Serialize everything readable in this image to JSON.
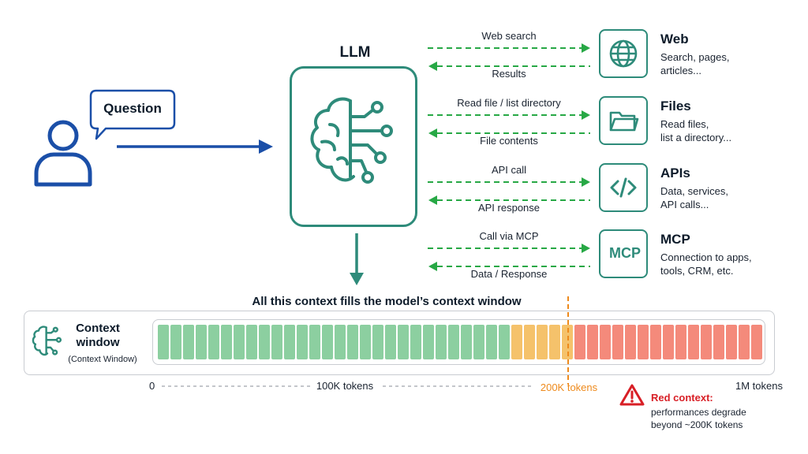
{
  "user": {
    "question": "Question"
  },
  "llm": {
    "title": "LLM"
  },
  "tools": [
    {
      "name": "Web",
      "desc": [
        "Search, pages,",
        "articles..."
      ],
      "request": "Web search",
      "response": "Results",
      "icon": "globe-icon"
    },
    {
      "name": "Files",
      "desc": [
        "Read files,",
        "list a directory..."
      ],
      "request": "Read file / list directory",
      "response": "File contents",
      "icon": "folder-icon"
    },
    {
      "name": "APIs",
      "desc": [
        "Data, services,",
        "API calls..."
      ],
      "request": "API call",
      "response": "API response",
      "icon": "code-icon"
    },
    {
      "name": "MCP",
      "desc": [
        "Connection to apps,",
        "tools, CRM, etc."
      ],
      "request": "Call via MCP",
      "response": "Data / Response",
      "icon_text": "MCP"
    }
  ],
  "context": {
    "heading": "All this context fills the model’s context window",
    "title": "Context window",
    "subtitle": "(Context Window)",
    "segments": {
      "green": 28,
      "yellow": 5,
      "red": 15
    },
    "ticks": {
      "start": "0",
      "mid": "100K tokens",
      "limit": "200K tokens",
      "end": "1M tokens"
    }
  },
  "warning": {
    "title": "Red context:",
    "lines": [
      "performances degrade",
      "beyond ~200K tokens"
    ]
  },
  "colors": {
    "teal": "#2e8b7a",
    "navy": "#1b4fa8",
    "flow": "#27a845",
    "green": "#8ccfa0",
    "yellow": "#f5c26b",
    "red": "#f48a7b",
    "limit": "#ee8a1c",
    "alert": "#d81f26"
  }
}
